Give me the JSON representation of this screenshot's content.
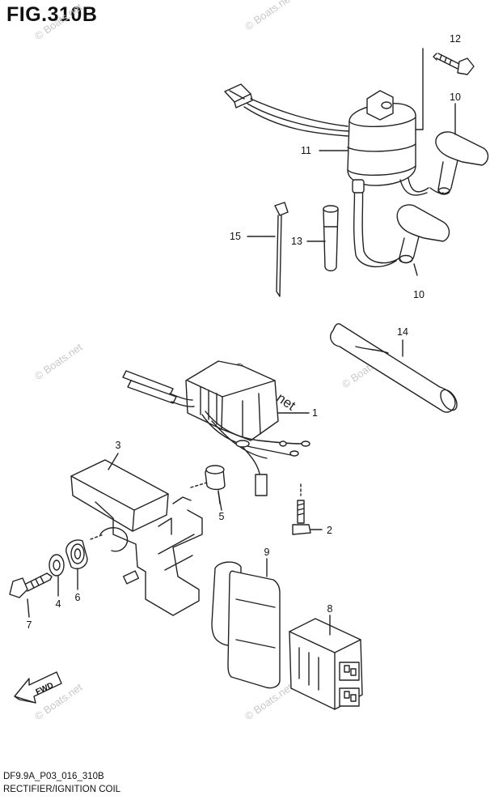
{
  "figure": {
    "title": "FIG.310B",
    "code": "DF9.9A_P03_016_310B",
    "name": "RECTIFIER/IGNITION COIL"
  },
  "watermark": {
    "text": "© Boats.net"
  },
  "direction_arrow": {
    "label": "FWD"
  },
  "callouts": [
    "12",
    "10",
    "11",
    "15",
    "13",
    "10",
    "14",
    "1",
    "3",
    "5",
    "2",
    "9",
    "8",
    "4",
    "6",
    "7"
  ]
}
